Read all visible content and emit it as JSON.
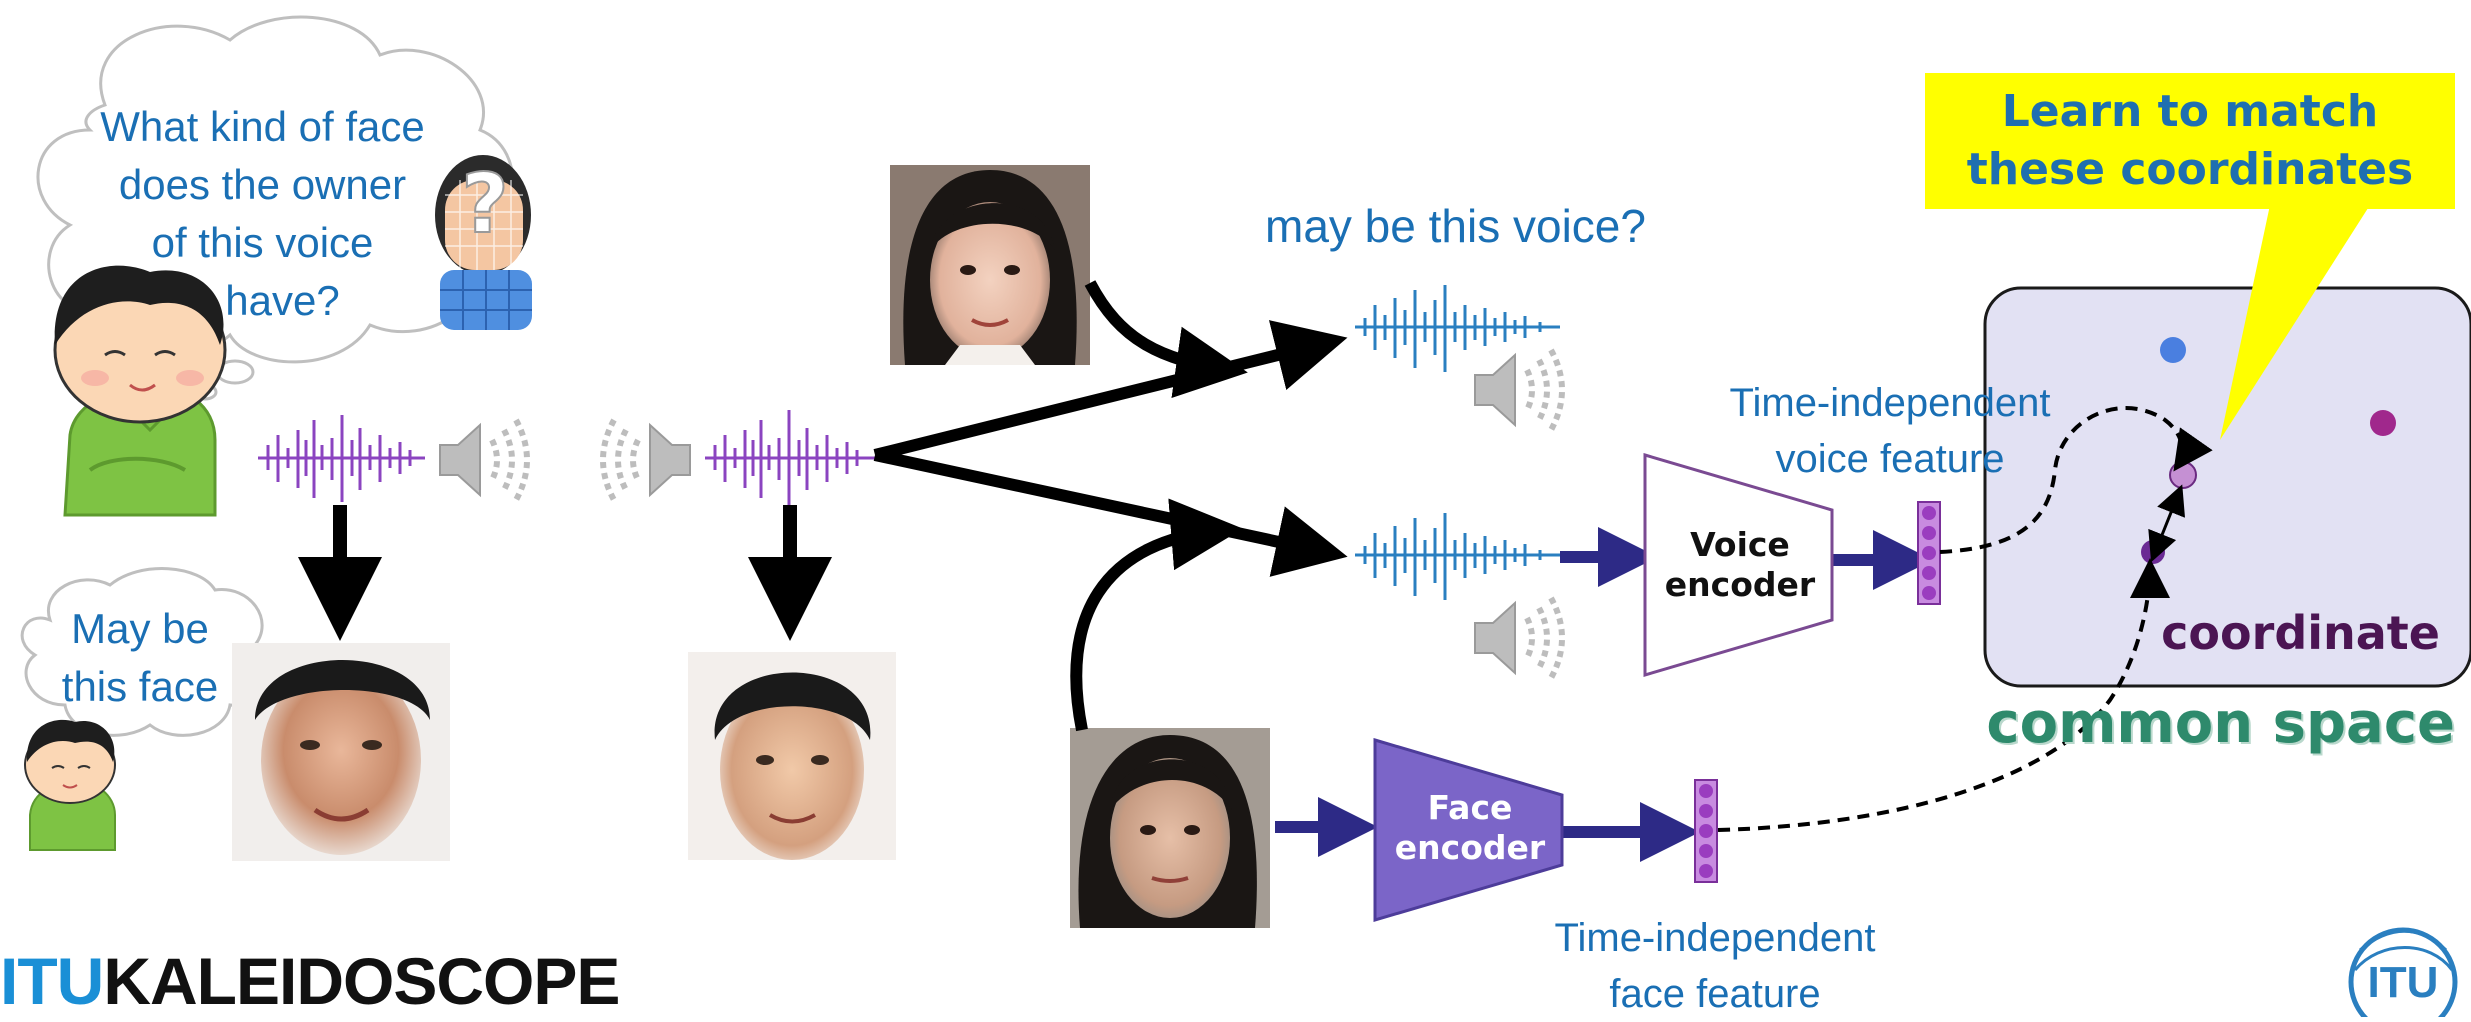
{
  "bubble_question": {
    "lines": [
      "What kind of face",
      "does the owner",
      "of this voice",
      "have?"
    ],
    "question_mark": "?"
  },
  "bubble_answer": {
    "lines": [
      "May be",
      "this face"
    ]
  },
  "voice_question": "may be this voice?",
  "callout": {
    "lines": [
      "Learn to match",
      "these coordinates"
    ],
    "background_color": "#ffff00"
  },
  "voice_encoder": {
    "lines": [
      "Voice",
      "encoder"
    ]
  },
  "face_encoder": {
    "lines": [
      "Face",
      "encoder"
    ]
  },
  "voice_feature": {
    "lines": [
      "Time-independent",
      "voice feature"
    ]
  },
  "face_feature": {
    "lines": [
      "Time-independent",
      "face feature"
    ]
  },
  "space": {
    "inner_label": "coordinate",
    "outer_label": "common space"
  },
  "logo": {
    "prefix": "ITU",
    "name": "KALEIDOSCOPE",
    "corner_logo": "ITU"
  },
  "colors": {
    "accent_blue": "#1a6fb4",
    "waveform_purple": "#8b44c0",
    "waveform_blue": "#2a7fc0",
    "arrow_navy": "#2d2a86",
    "space_fill": "#e2e1f3",
    "common_space_green": "#2e8a6c"
  },
  "icons": [
    "speaker-icon",
    "person-icon",
    "waveform-icon",
    "feature-vector-icon"
  ]
}
